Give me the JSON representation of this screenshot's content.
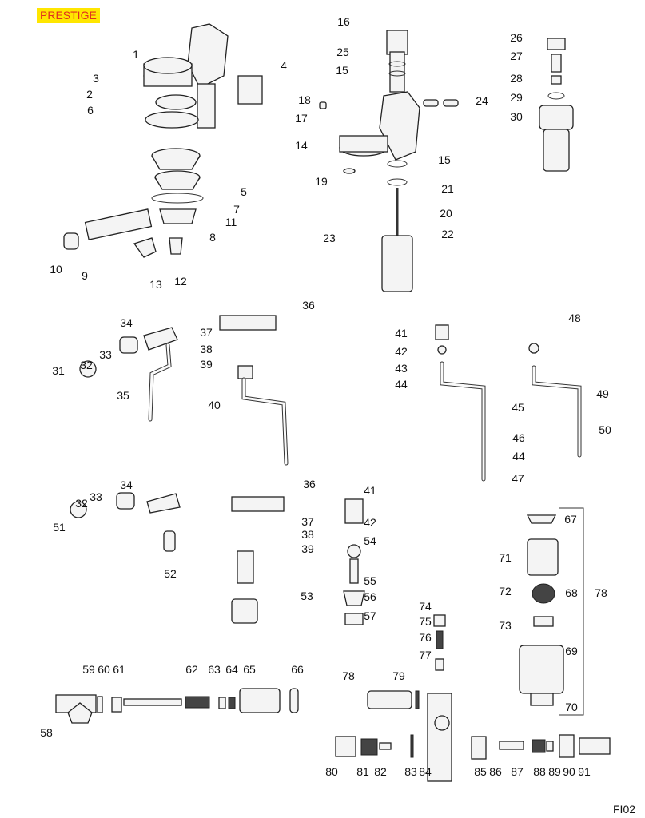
{
  "brand": "PRESTIGE",
  "figure_code": "FI02",
  "labels": [
    "1",
    "2",
    "3",
    "4",
    "5",
    "6",
    "7",
    "8",
    "9",
    "10",
    "11",
    "12",
    "13",
    "16",
    "25",
    "15",
    "18",
    "17",
    "24",
    "14",
    "15",
    "19",
    "21",
    "20",
    "22",
    "23",
    "26",
    "27",
    "28",
    "29",
    "30",
    "36",
    "37",
    "38",
    "39",
    "40",
    "31",
    "32",
    "33",
    "34",
    "35",
    "41",
    "42",
    "43",
    "44",
    "45",
    "46",
    "44",
    "47",
    "48",
    "49",
    "50",
    "51",
    "32",
    "33",
    "34",
    "52",
    "36",
    "37",
    "38",
    "39",
    "53",
    "41",
    "42",
    "54",
    "55",
    "56",
    "57",
    "67",
    "71",
    "68",
    "72",
    "78",
    "73",
    "69",
    "70",
    "74",
    "75",
    "76",
    "77",
    "59",
    "60",
    "61",
    "62",
    "63",
    "64",
    "65",
    "66",
    "58",
    "78",
    "79",
    "80",
    "81",
    "82",
    "83",
    "84",
    "85",
    "86",
    "87",
    "88",
    "89",
    "90",
    "91"
  ],
  "colors": {
    "brand_bg": "#ffe600",
    "brand_text": "#e0301e"
  }
}
